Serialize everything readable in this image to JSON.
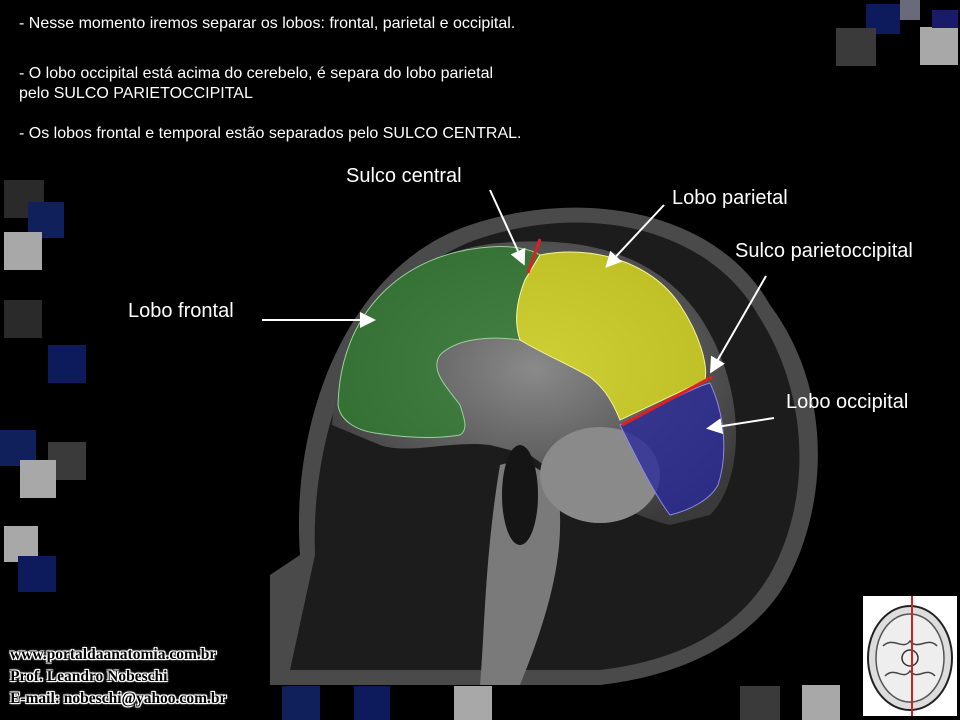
{
  "bullets": [
    "- Nesse momento iremos separar os lobos: frontal, parietal e occipital.",
    "- O lobo occipital está acima do cerebelo, é separa do lobo parietal",
    "pelo SULCO PARIETOCCIPITAL",
    "- Os lobos frontal e temporal estão separados pelo SULCO CENTRAL."
  ],
  "labels": {
    "sulco_central": "Sulco central",
    "lobo_parietal": "Lobo parietal",
    "sulco_parietoccipital": "Sulco parietoccipital",
    "lobo_frontal": "Lobo frontal",
    "lobo_occipital": "Lobo occipital"
  },
  "credits": {
    "site": "www.portaldaanatomia.com.br",
    "author": "Prof. Leandro Nobeschi",
    "email": "E-mail: nobeschi@yahoo.com.br"
  },
  "colors": {
    "frontal": "#2f7d2f",
    "parietal": "#e6e619",
    "occipital": "#2a2a9a",
    "sulcus_line": "#e02020"
  }
}
